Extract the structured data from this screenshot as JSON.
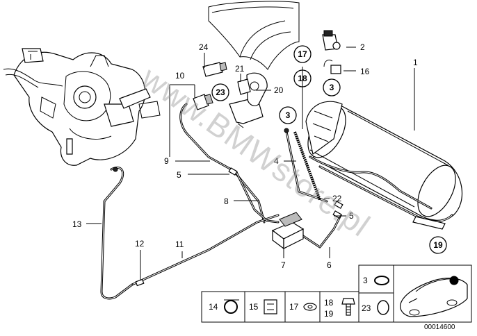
{
  "diagram": {
    "callouts": {
      "c1": "1",
      "c2": "2",
      "c3a": "3",
      "c3b": "3",
      "c4": "4",
      "c5a": "5",
      "c5b": "5",
      "c6": "6",
      "c7": "7",
      "c8": "8",
      "c9": "9",
      "c10": "10",
      "c11": "11",
      "c12": "12",
      "c13": "13",
      "c16": "16",
      "c17": "17",
      "c18": "18",
      "c19": "19",
      "c20": "20",
      "c21": "21",
      "c22": "22",
      "c23": "23",
      "c24": "24"
    },
    "watermark": "www.BMWstore.pl"
  },
  "legend": {
    "items": [
      {
        "label": "14"
      },
      {
        "label": "15"
      },
      {
        "label": "17"
      },
      {
        "label": "18"
      },
      {
        "label": "19"
      },
      {
        "label": "23"
      },
      {
        "label": "3"
      }
    ],
    "image_number": "00014600"
  }
}
